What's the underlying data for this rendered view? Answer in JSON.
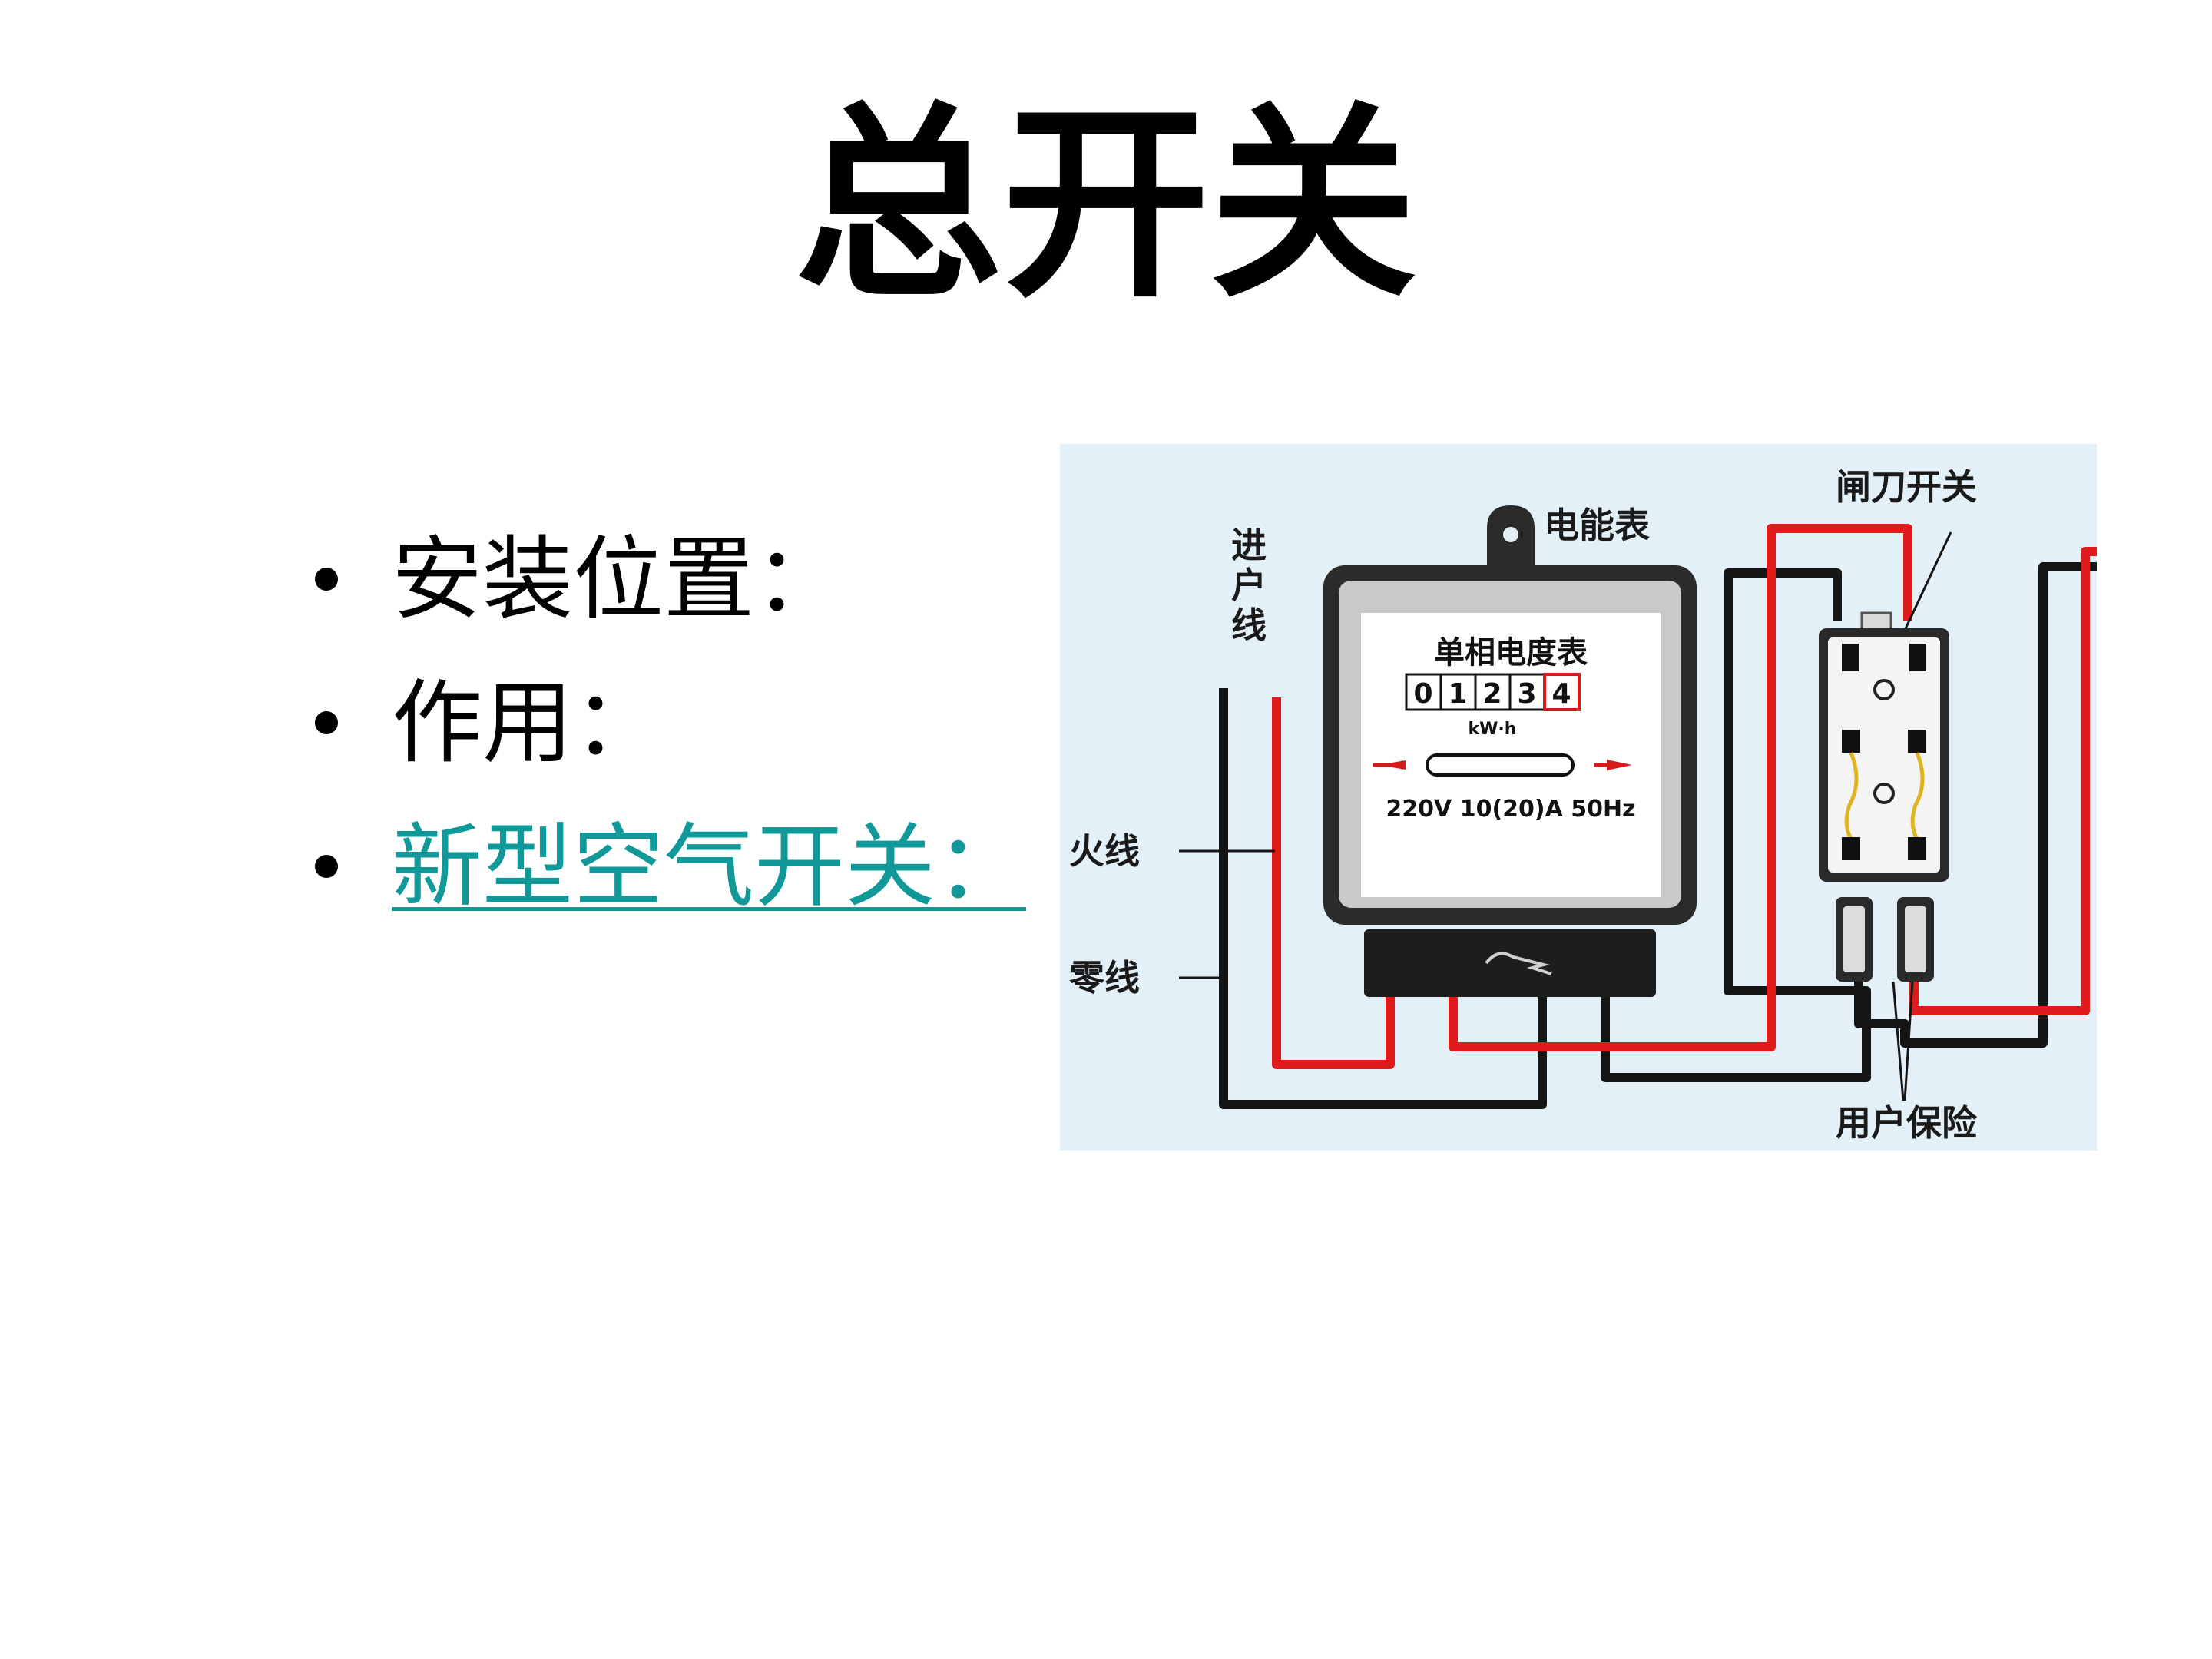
{
  "title": "总开关",
  "bullets": [
    {
      "text": "安装位置：",
      "is_link": false
    },
    {
      "text": "作用：",
      "is_link": false
    },
    {
      "text": "新型空气开关：",
      "is_link": true
    }
  ],
  "diagram": {
    "labels": {
      "incoming_line": [
        "进",
        "户",
        "线"
      ],
      "meter": "电能表",
      "knife_switch": "闸刀开关",
      "live_wire": "火线",
      "neutral_wire": "零线",
      "user_fuse": "用户保险"
    },
    "meter_face": {
      "title": "单相电度表",
      "digits": [
        "0",
        "1",
        "2",
        "3",
        "4"
      ],
      "unit": "kW·h",
      "rating": "220V 10(20)A 50Hz"
    },
    "colors": {
      "background": "#e3f0f8",
      "live": "#e01b1b",
      "neutral": "#151515",
      "link_text": "#119999"
    }
  }
}
